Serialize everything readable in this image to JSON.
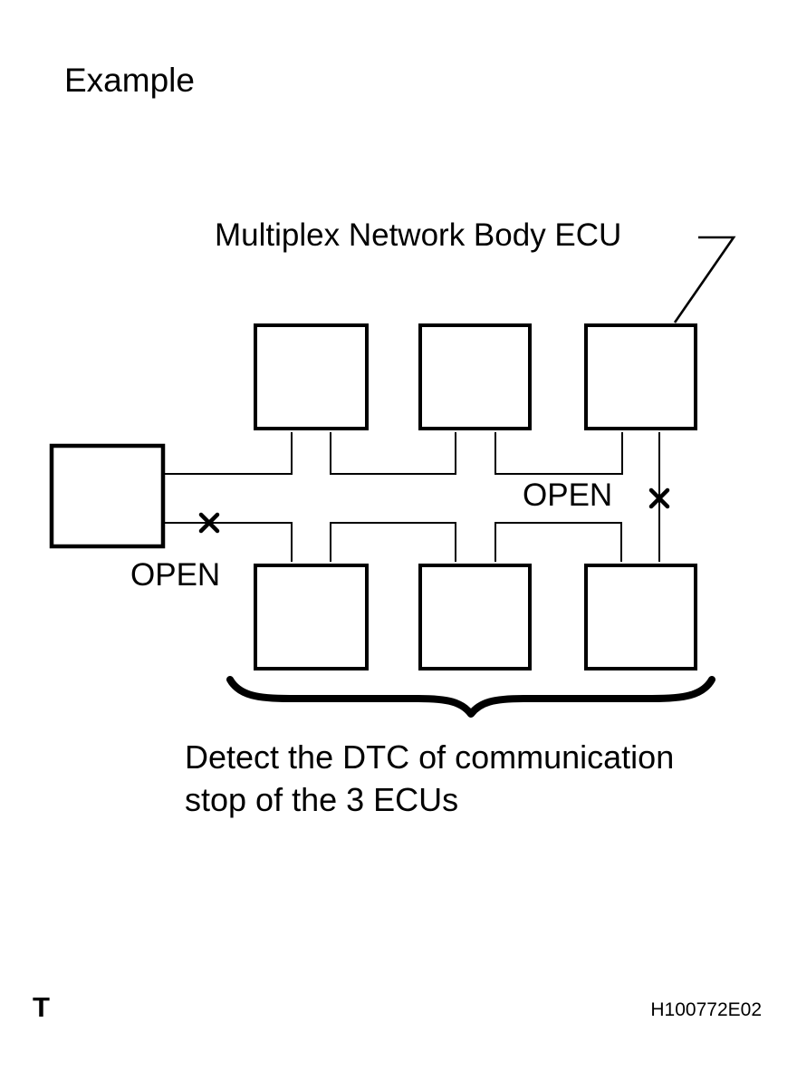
{
  "title": "Example",
  "diagram": {
    "multiplex_label": "Multiplex Network Body ECU",
    "open_label_right": "OPEN",
    "open_label_left": "OPEN",
    "caption_line1": "Detect the DTC of communication",
    "caption_line2": "stop of the 3 ECUs",
    "ecu_box_count_top": 3,
    "ecu_box_count_bottom": 3,
    "break_marks": 2
  },
  "footer": {
    "figure_letter": "T",
    "figure_code": "H100772E02"
  },
  "colors": {
    "line": "#000000",
    "background": "#ffffff"
  }
}
